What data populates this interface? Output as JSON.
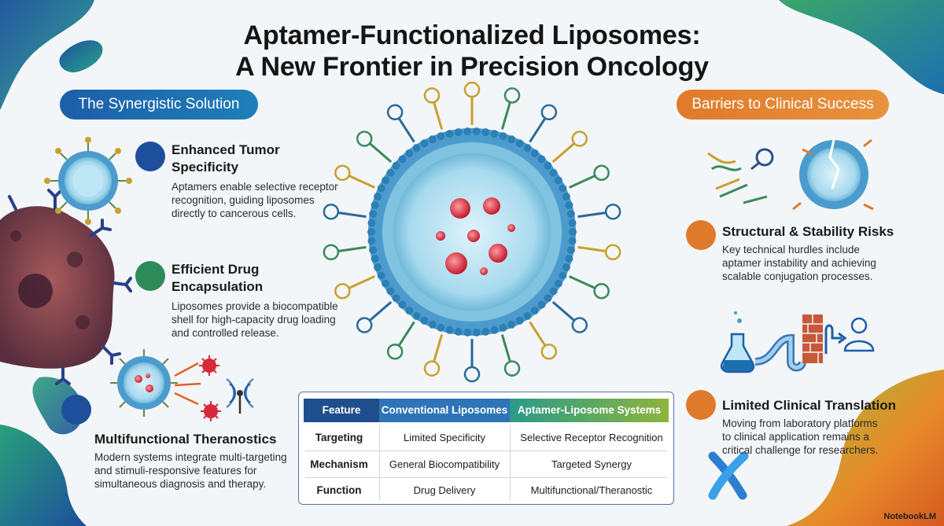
{
  "title": {
    "line1": "Aptamer-Functionalized Liposomes:",
    "line2": "A New Frontier in Precision Oncology"
  },
  "left_section": {
    "pill": "The Synergistic Solution",
    "items": [
      {
        "heading_l1": "Enhanced Tumor",
        "heading_l2": "Specificity",
        "body_l1": "Aptamers enable selective receptor",
        "body_l2": "recognition, guiding liposomes",
        "body_l3": "directly to cancerous cells."
      },
      {
        "heading_l1": "Efficient Drug",
        "heading_l2": "Encapsulation",
        "body_l1": "Liposomes provide a biocompatible",
        "body_l2": "shell for high-capacity drug loading",
        "body_l3": "and controlled release."
      },
      {
        "heading_l1": "Multifunctional Theranostics",
        "body_l1": "Modern systems integrate multi-targeting",
        "body_l2": "and stimuli-responsive features for",
        "body_l3": "simultaneous diagnosis and therapy."
      }
    ]
  },
  "right_section": {
    "pill": "Barriers to Clinical Success",
    "items": [
      {
        "heading": "Structural & Stability Risks",
        "body_l1": "Key technical hurdles include",
        "body_l2": "aptamer instability and achieving",
        "body_l3": "scalable conjugation processes."
      },
      {
        "heading": "Limited Clinical Translation",
        "body_l1": "Moving from laboratory platforms",
        "body_l2": "to clinical application remains a",
        "body_l3": "critical challenge for researchers."
      }
    ]
  },
  "table": {
    "headers": [
      "Feature",
      "Conventional Liposomes",
      "Aptamer-Liposome Systems"
    ],
    "rows": [
      [
        "Targeting",
        "Limited Specificity",
        "Selective Receptor Recognition"
      ],
      [
        "Mechanism",
        "General Biocompatibility",
        "Targeted Synergy"
      ],
      [
        "Function",
        "Drug Delivery",
        "Multifunctional/Theranostic"
      ]
    ]
  },
  "brand": "NotebookLM",
  "colors": {
    "blue": "#1d5ea8",
    "green": "#2f8a5a",
    "orange": "#e07a2a",
    "liposome": "#7fc3e0",
    "drug": "#d8283a",
    "teal": "#2a9a8a"
  },
  "icons": [
    "liposome-illustration",
    "cancer-cell-illustration",
    "aptamer-strands-icon",
    "broken-liposome-icon",
    "flask-icon",
    "brick-wall-icon",
    "researcher-icon",
    "wireless-signal-icon",
    "virus-icon"
  ]
}
